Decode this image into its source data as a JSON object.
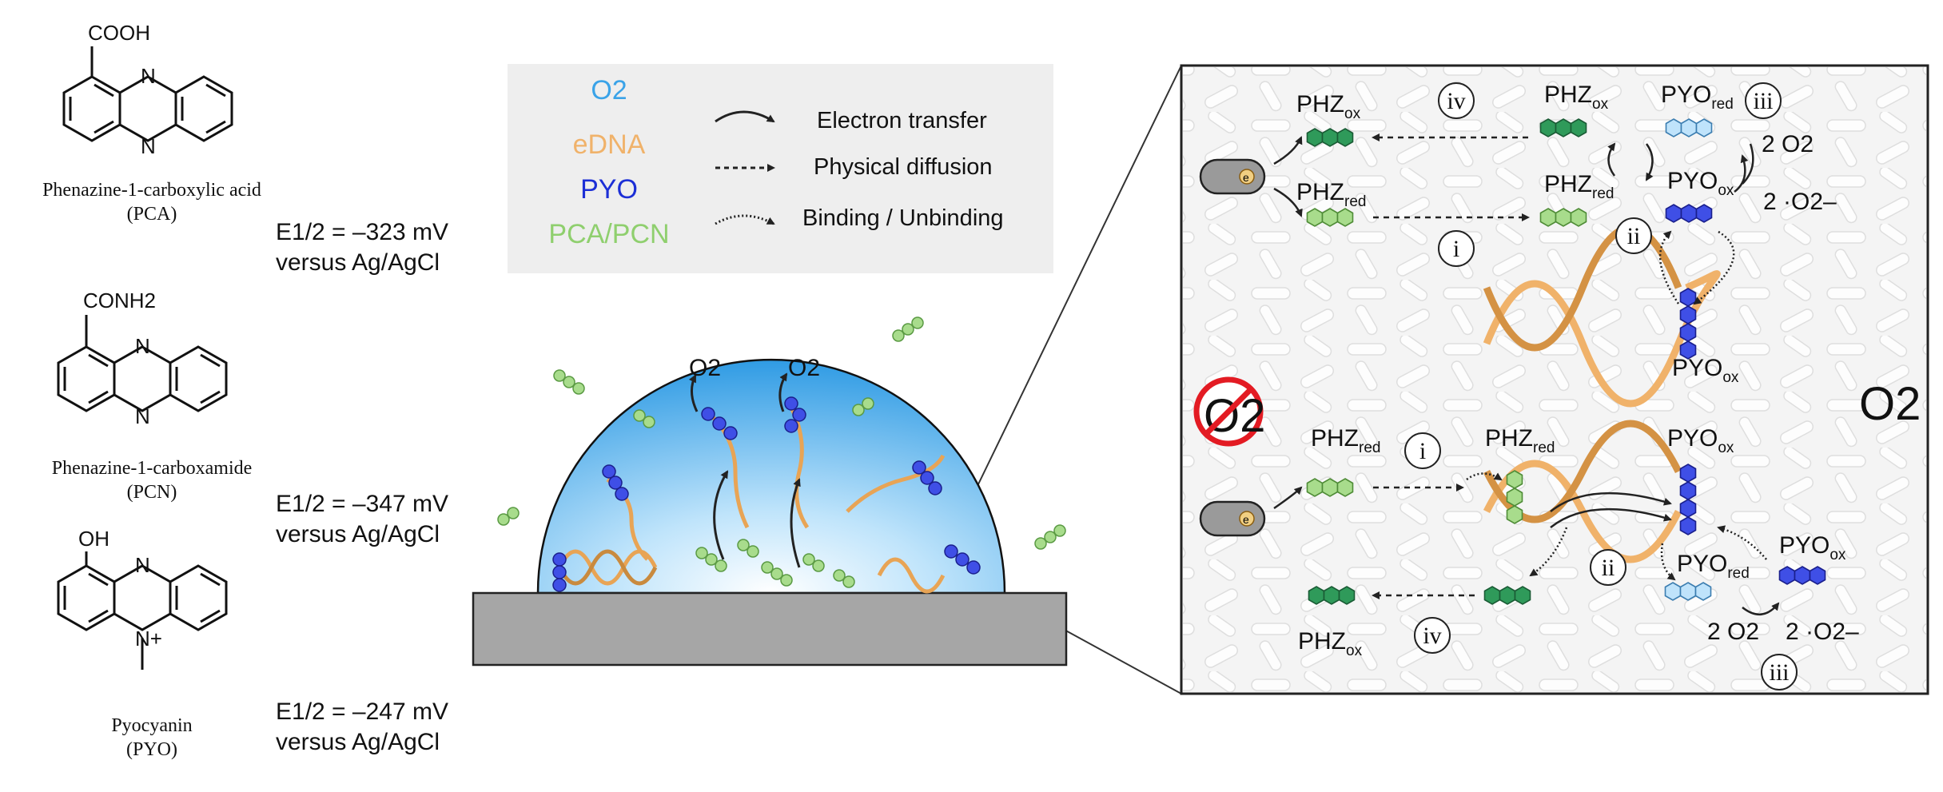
{
  "molecules": [
    {
      "substituent": "COOH",
      "n_top": "N",
      "n_bottom": "N",
      "name": "Phenazine-1-carboxylic acid",
      "abbr": "(PCA)",
      "potential": "E1/2 = –323 mV",
      "potential_ref": "versus Ag/AgCl"
    },
    {
      "substituent": "CONH2",
      "n_top": "N",
      "n_bottom": "N",
      "name": "Phenazine-1-carboxamide",
      "abbr": "(PCN)",
      "potential": "E1/2 = –347 mV",
      "potential_ref": "versus Ag/AgCl"
    },
    {
      "substituent": "OH",
      "n_top": "N",
      "n_bottom": "N+",
      "name": "Pyocyanin",
      "abbr": "(PYO)",
      "potential": "E1/2 = –247 mV",
      "potential_ref": "versus Ag/AgCl"
    }
  ],
  "legend": {
    "keys": [
      {
        "label": "O2",
        "color": "#3aa3e8"
      },
      {
        "label": "eDNA",
        "color": "#f0b26a"
      },
      {
        "label": "PYO",
        "color": "#1c2fd6"
      },
      {
        "label": "PCA/PCN",
        "color": "#8fcf6e"
      }
    ],
    "arrows": [
      {
        "label": "Electron transfer",
        "style": "solid-arc"
      },
      {
        "label": "Physical diffusion",
        "style": "dashed"
      },
      {
        "label": "Binding / Unbinding",
        "style": "dotted-arc"
      }
    ]
  },
  "biofilm": {
    "o2_labels": [
      "O2",
      "O2"
    ]
  },
  "detail": {
    "no_o2_label": "O2",
    "o2_label": "O2",
    "electrode_symbol": "e",
    "top": {
      "phz_ox_left": {
        "base": "PHZ",
        "sub": "ox"
      },
      "phz_red_left": {
        "base": "PHZ",
        "sub": "red"
      },
      "phz_ox_mid": {
        "base": "PHZ",
        "sub": "ox"
      },
      "phz_red_mid": {
        "base": "PHZ",
        "sub": "red"
      },
      "pyo_red": {
        "base": "PYO",
        "sub": "red"
      },
      "pyo_ox": {
        "base": "PYO",
        "sub": "ox"
      },
      "pyo_ox_dna": {
        "base": "PYO",
        "sub": "ox"
      },
      "o2_in": "2 O2",
      "o2_out": "2 ·O2–",
      "roman": [
        "iv",
        "iii",
        "i",
        "ii"
      ]
    },
    "bottom": {
      "phz_red_left": {
        "base": "PHZ",
        "sub": "red"
      },
      "phz_red_dna": {
        "base": "PHZ",
        "sub": "red"
      },
      "pyo_ox_dna": {
        "base": "PYO",
        "sub": "ox"
      },
      "pyo_red": {
        "base": "PYO",
        "sub": "red"
      },
      "pyo_ox_right": {
        "base": "PYO",
        "sub": "ox"
      },
      "phz_ox_left": {
        "base": "PHZ",
        "sub": "ox"
      },
      "o2_in": "2 O2",
      "o2_out": "2 ·O2–",
      "roman": [
        "i",
        "ii",
        "iv",
        "iii"
      ]
    }
  }
}
